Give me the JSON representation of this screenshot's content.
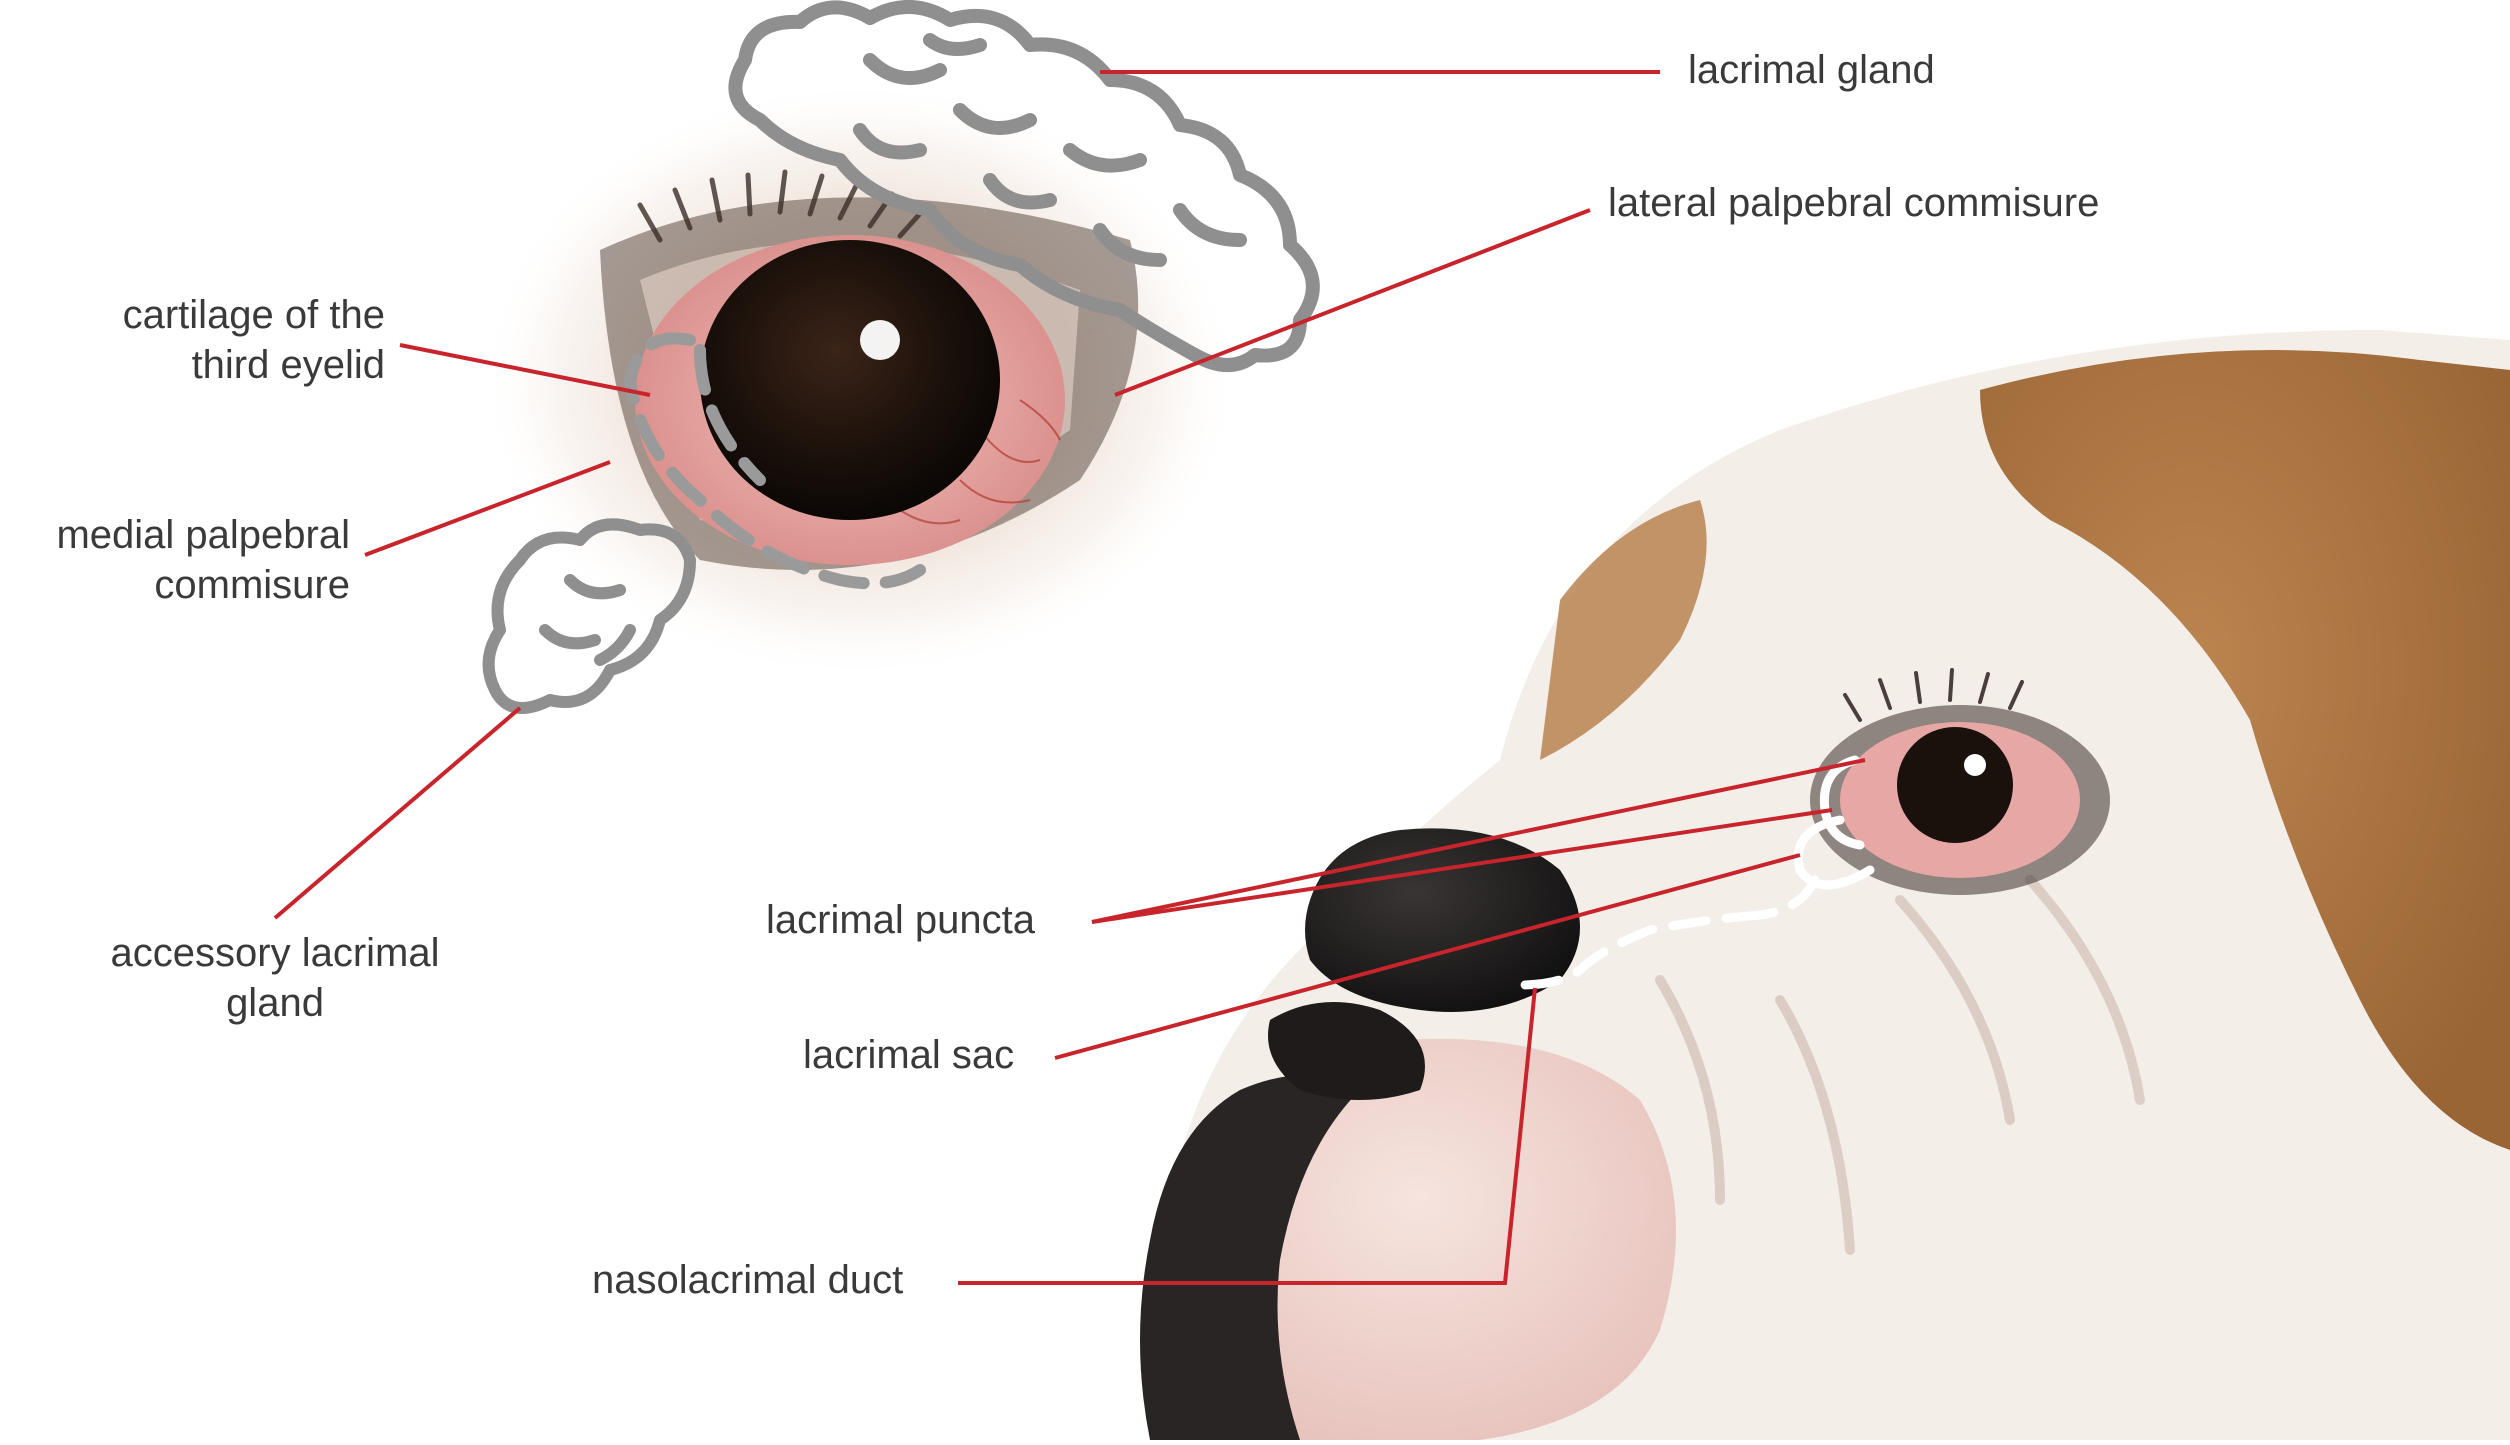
{
  "labels": {
    "lacrimal_gland": "lacrimal gland",
    "lateral_commisure": "lateral palpebral commisure",
    "third_eyelid_line1": "cartilage of the",
    "third_eyelid_line2": "third eyelid",
    "medial_line1": "medial palpebral",
    "medial_line2": "commisure",
    "accessory_line1": "accessory lacrimal",
    "accessory_line2": "gland",
    "puncta": "lacrimal puncta",
    "sac": "lacrimal sac",
    "duct": "nasolacrimal duct"
  },
  "colors": {
    "leader_line": "#c8242b",
    "gland_outline": "#8f8f8f",
    "duct_outline": "#ffffff",
    "label_text": "#3a3a3a",
    "fur_white": "#f3ece6",
    "fur_brown": "#b07a45",
    "nose_black": "#1c1a1a",
    "iris_dark": "#2a1a12",
    "conjunctiva_pink": "#e9b2b0"
  },
  "images": {
    "eye_closeup": "close-up of dog eye with gland overlay",
    "dog_head": "bulldog head in profile"
  }
}
